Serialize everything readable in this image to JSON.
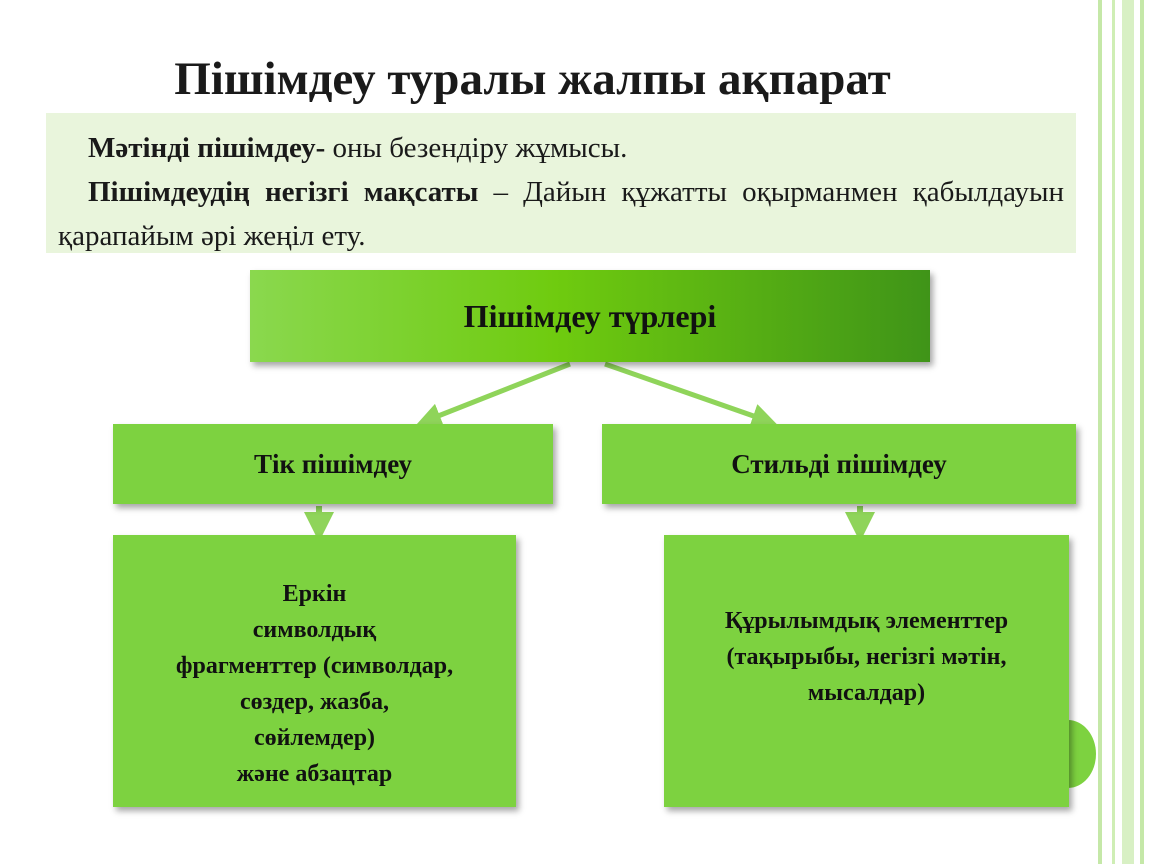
{
  "slide": {
    "title": "Пішімдеу туралы жалпы ақпарат",
    "intro": {
      "line1_bold": "Мәтінді пішімдеу-",
      "line1_text": " оны безендіру жұмысы.",
      "line2_bold": "Пішімдеудің негізгі мақсаты",
      "line2_text": " – Дайын құжатты оқырманмен қабылдауын қарапайым әрі жеңіл ету."
    }
  },
  "diagram": {
    "root": "Пішімдеу түрлері",
    "branches": [
      {
        "label": "Тік пішімдеу",
        "detail_lines": [
          "Еркін",
          "символдық",
          "фрагменттер (символдар,",
          "сөздер, жазба,",
          "сөйлемдер)",
          "және абзацтар"
        ]
      },
      {
        "label": "Стильді пішімдеу",
        "detail_lines": [
          "Құрылымдық элементтер",
          "(тақырыбы, негізгі мәтін,",
          "мысалдар)"
        ]
      }
    ]
  },
  "colors": {
    "box_green": "#7dd240",
    "arrow_green": "#8fd45a",
    "intro_bg": "#e9f5dc",
    "frame_green": "#c5e8a8"
  }
}
